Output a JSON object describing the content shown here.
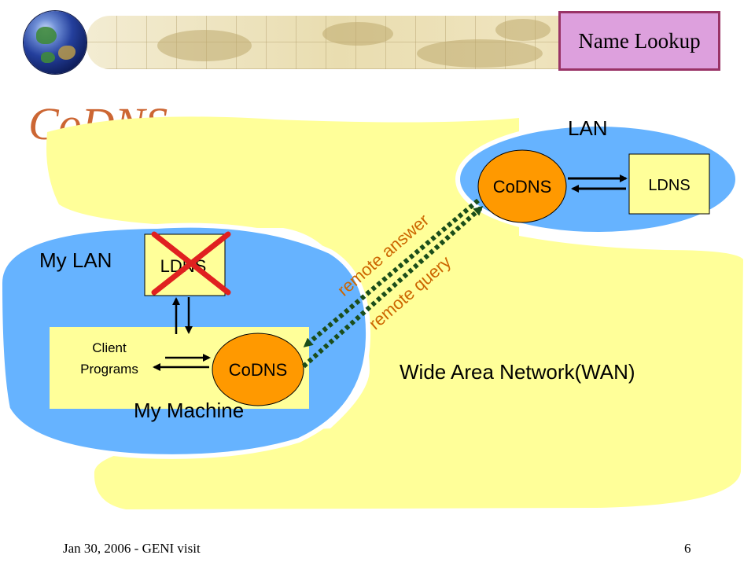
{
  "header": {
    "badge_label": "Name Lookup",
    "icons": [
      "globe-icon",
      "world-map-banner"
    ]
  },
  "slide": {
    "title": "CoDNS"
  },
  "diagram": {
    "lan_label": "LAN",
    "my_lan_label": "My LAN",
    "remote_codns": "CoDNS",
    "remote_ldns": "LDNS",
    "local_ldns": "LDNS",
    "client_programs_line1": "Client",
    "client_programs_line2": "Programs",
    "local_codns": "CoDNS",
    "my_machine_label": "My Machine",
    "remote_answer_label": "remote answer",
    "remote_query_label": "remote query",
    "wan_label": "Wide Area Network(WAN)"
  },
  "footer": {
    "left": "Jan 30, 2006 - GENI visit",
    "page_number": "6"
  },
  "colors": {
    "title": "#cc6633",
    "wan_region": "#ffff99",
    "lan_region": "#66b3ff",
    "codns_node": "#ff9900",
    "ldns_box": "#ffff99",
    "remote_labels": "#cc6600",
    "dotted_links": "#1a4d1a",
    "cross_mark": "#e02020",
    "badge_fill": "#dda0dd",
    "badge_border": "#993366"
  }
}
